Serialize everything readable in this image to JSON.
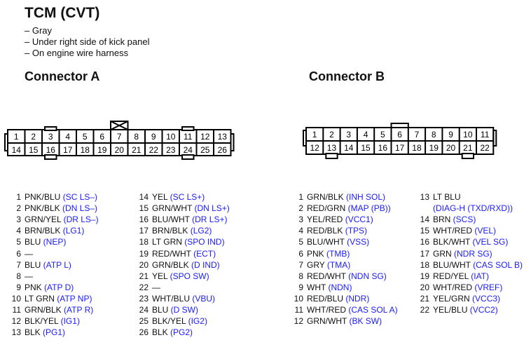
{
  "title": "TCM (CVT)",
  "info": [
    "– Gray",
    "– Under right side of kick panel",
    "– On engine wire harness"
  ],
  "connector_a": {
    "title": "Connector A",
    "top_pins": [
      "1",
      "2",
      "3",
      "4",
      "5",
      "6",
      "7",
      "8",
      "9",
      "10",
      "11",
      "12",
      "13"
    ],
    "bottom_pins": [
      "14",
      "15",
      "16",
      "17",
      "18",
      "19",
      "20",
      "21",
      "22",
      "23",
      "24",
      "25",
      "26"
    ],
    "col1": [
      {
        "num": "1",
        "wire": "PNK/BLU",
        "sig": "(SC LS–)"
      },
      {
        "num": "2",
        "wire": "PNK/BLK",
        "sig": "(DN LS–)"
      },
      {
        "num": "3",
        "wire": "GRN/YEL",
        "sig": "(DR LS–)"
      },
      {
        "num": "4",
        "wire": "BRN/BLK",
        "sig": "(LG1)"
      },
      {
        "num": "5",
        "wire": "BLU",
        "sig": "(NEP)"
      },
      {
        "num": "6",
        "wire": "—",
        "sig": ""
      },
      {
        "num": "7",
        "wire": "BLU",
        "sig": "(ATP L)"
      },
      {
        "num": "8",
        "wire": "—",
        "sig": ""
      },
      {
        "num": "9",
        "wire": "PNK",
        "sig": "(ATP D)"
      },
      {
        "num": "10",
        "wire": "LT GRN",
        "sig": "(ATP NP)"
      },
      {
        "num": "11",
        "wire": "GRN/BLK",
        "sig": "(ATP R)"
      },
      {
        "num": "12",
        "wire": "BLK/YEL",
        "sig": "(IG1)"
      },
      {
        "num": "13",
        "wire": "BLK",
        "sig": "(PG1)"
      }
    ],
    "col2": [
      {
        "num": "14",
        "wire": "YEL",
        "sig": "(SC LS+)"
      },
      {
        "num": "15",
        "wire": "GRN/WHT",
        "sig": "(DN LS+)"
      },
      {
        "num": "16",
        "wire": "BLU/WHT",
        "sig": "(DR LS+)"
      },
      {
        "num": "17",
        "wire": "BRN/BLK",
        "sig": "(LG2)"
      },
      {
        "num": "18",
        "wire": "LT GRN",
        "sig": "(SPO IND)"
      },
      {
        "num": "19",
        "wire": "RED/WHT",
        "sig": "(ECT)"
      },
      {
        "num": "20",
        "wire": "GRN/BLK",
        "sig": "(D IND)"
      },
      {
        "num": "21",
        "wire": "YEL",
        "sig": "(SPO SW)"
      },
      {
        "num": "22",
        "wire": "—",
        "sig": ""
      },
      {
        "num": "23",
        "wire": "WHT/BLU",
        "sig": "(VBU)"
      },
      {
        "num": "24",
        "wire": "BLU",
        "sig": "(D SW)"
      },
      {
        "num": "25",
        "wire": "BLK/YEL",
        "sig": "(IG2)"
      },
      {
        "num": "26",
        "wire": "BLK",
        "sig": "(PG2)"
      }
    ]
  },
  "connector_b": {
    "title": "Connector B",
    "top_pins": [
      "1",
      "2",
      "3",
      "4",
      "5",
      "6",
      "7",
      "8",
      "9",
      "10",
      "11"
    ],
    "bottom_pins": [
      "12",
      "13",
      "14",
      "15",
      "16",
      "17",
      "18",
      "19",
      "20",
      "21",
      "22"
    ],
    "col1": [
      {
        "num": "1",
        "wire": "GRN/BLK",
        "sig": "(INH SOL)"
      },
      {
        "num": "2",
        "wire": "RED/GRN",
        "sig": "(MAP (PB))"
      },
      {
        "num": "3",
        "wire": "YEL/RED",
        "sig": "(VCC1)"
      },
      {
        "num": "4",
        "wire": "RED/BLK",
        "sig": "(TPS)"
      },
      {
        "num": "5",
        "wire": "BLU/WHT",
        "sig": "(VSS)"
      },
      {
        "num": "6",
        "wire": "PNK",
        "sig": "(TMB)"
      },
      {
        "num": "7",
        "wire": "GRY",
        "sig": "(TMA)"
      },
      {
        "num": "8",
        "wire": "RED/WHT",
        "sig": "(NDN SG)"
      },
      {
        "num": "9",
        "wire": "WHT",
        "sig": "(NDN)"
      },
      {
        "num": "10",
        "wire": "RED/BLU",
        "sig": "(NDR)"
      },
      {
        "num": "11",
        "wire": "WHT/RED",
        "sig": "(CAS SOL A)"
      },
      {
        "num": "12",
        "wire": "GRN/WHT",
        "sig": "(BK SW)"
      }
    ],
    "col2": [
      {
        "num": "13",
        "wire": "LT BLU",
        "sig": ""
      },
      {
        "num": "",
        "wire": "",
        "sig": "(DIAG-H (TXD/RXD))"
      },
      {
        "num": "14",
        "wire": "BRN",
        "sig": "(SCS)"
      },
      {
        "num": "15",
        "wire": "WHT/RED",
        "sig": "(VEL)"
      },
      {
        "num": "16",
        "wire": "BLK/WHT",
        "sig": "(VEL SG)"
      },
      {
        "num": "17",
        "wire": "GRN",
        "sig": "(NDR SG)"
      },
      {
        "num": "18",
        "wire": "BLU/WHT",
        "sig": "(CAS SOL B)"
      },
      {
        "num": "19",
        "wire": "RED/YEL",
        "sig": "(IAT)"
      },
      {
        "num": "20",
        "wire": "WHT/RED",
        "sig": "(VREF)"
      },
      {
        "num": "21",
        "wire": "YEL/GRN",
        "sig": "(VCC3)"
      },
      {
        "num": "22",
        "wire": "YEL/BLU",
        "sig": "(VCC2)"
      }
    ]
  },
  "colors": {
    "signal": "#1a1aff",
    "line": "#000000"
  }
}
